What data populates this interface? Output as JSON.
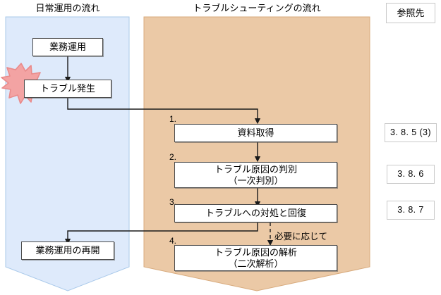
{
  "columns": {
    "daily": {
      "title": "日常運用の流れ",
      "band_color": "#deeafb",
      "band_border": "#a9c9ea"
    },
    "trouble": {
      "title": "トラブルシューティングの流れ",
      "band_color": "#ebc9a6",
      "band_border": "#d8ab7e"
    },
    "reference": {
      "title": "参照先"
    }
  },
  "daily_nodes": [
    {
      "id": "operation",
      "label": "業務運用"
    },
    {
      "id": "trouble-occurs",
      "label": "トラブル発生"
    },
    {
      "id": "operation-resume",
      "label": "業務運用の再開"
    }
  ],
  "incident_marker": {
    "name": "trouble-burst",
    "fill": "#f3a3a3",
    "stroke": "#e98b8b"
  },
  "steps": [
    {
      "number": "1.",
      "line1": "資料取得",
      "line2": "",
      "reference": "3. 8. 5 (3)"
    },
    {
      "number": "2.",
      "line1": "トラブル原因の判別",
      "line2": "（一次判別）",
      "reference": "3. 8. 6"
    },
    {
      "number": "3.",
      "line1": "トラブルへの対処と回復",
      "line2": "",
      "reference": "3. 8. 7"
    },
    {
      "number": "4.",
      "line1": "トラブル原因の解析",
      "line2": "（二次解析）",
      "reference": ""
    }
  ],
  "edges": {
    "optional_label": "必要に応じて"
  }
}
